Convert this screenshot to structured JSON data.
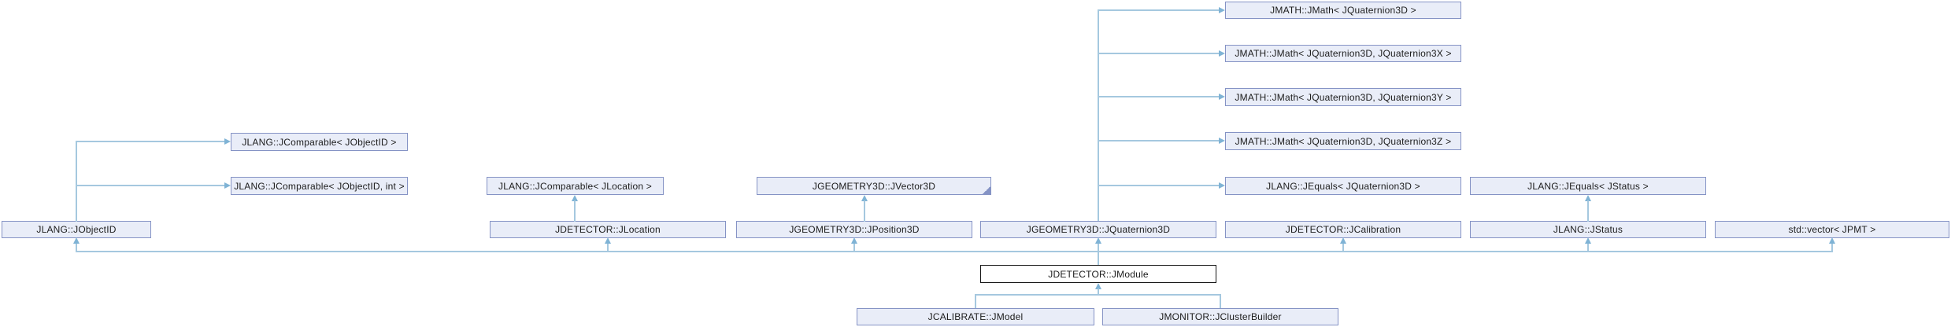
{
  "diagram": {
    "type": "doxygen-inheritance-graph",
    "focus_class": "JDETECTOR::JModule",
    "colors": {
      "background": "#ffffff",
      "node_fill": "#E9EDF8",
      "node_border": "#8593C5",
      "focus_fill": "#ffffff",
      "focus_border": "#151515",
      "edge": "#A5C8DF",
      "edge_head": "#7FB3D5",
      "text": "#1c1c1c"
    },
    "nodes": {
      "jmath_q": {
        "label": "JMATH::JMath< JQuaternion3D >"
      },
      "jmath_qx": {
        "label": "JMATH::JMath< JQuaternion3D, JQuaternion3X >"
      },
      "jmath_qy": {
        "label": "JMATH::JMath< JQuaternion3D, JQuaternion3Y >"
      },
      "jmath_qz": {
        "label": "JMATH::JMath< JQuaternion3D, JQuaternion3Z >"
      },
      "comparable_objectid": {
        "label": "JLANG::JComparable< JObjectID >"
      },
      "comparable_objectid_int": {
        "label": "JLANG::JComparable< JObjectID, int >"
      },
      "comparable_location": {
        "label": "JLANG::JComparable< JLocation >"
      },
      "vector3d": {
        "label": "JGEOMETRY3D::JVector3D",
        "truncated": true
      },
      "equals_quaternion3d": {
        "label": "JLANG::JEquals< JQuaternion3D >"
      },
      "equals_jstatus": {
        "label": "JLANG::JEquals< JStatus >"
      },
      "objectid": {
        "label": "JLANG::JObjectID"
      },
      "location": {
        "label": "JDETECTOR::JLocation"
      },
      "position3d": {
        "label": "JGEOMETRY3D::JPosition3D"
      },
      "quaternion3d": {
        "label": "JGEOMETRY3D::JQuaternion3D"
      },
      "calibration": {
        "label": "JDETECTOR::JCalibration"
      },
      "jstatus": {
        "label": "JLANG::JStatus"
      },
      "std_vector_jpmt": {
        "label": "std::vector< JPMT >"
      },
      "jmodule": {
        "label": "JDETECTOR::JModule"
      },
      "jmodel": {
        "label": "JCALIBRATE::JModel"
      },
      "clusterbuilder": {
        "label": "JMONITOR::JClusterBuilder"
      }
    }
  }
}
